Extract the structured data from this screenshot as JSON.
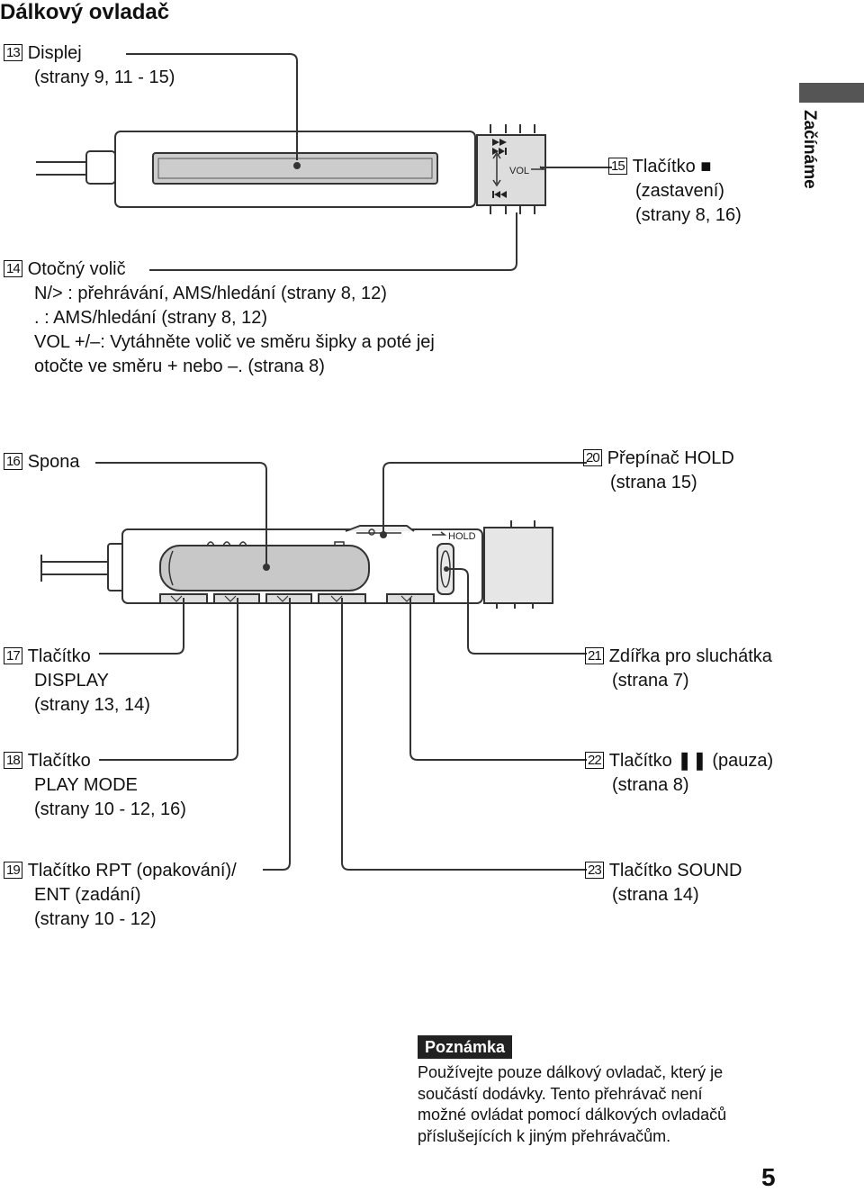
{
  "page_title": "Dálkový ovladač",
  "side_tab": "Začínáme",
  "page_number": "5",
  "labels": {
    "l13": {
      "num": "13",
      "lines": [
        "Displej",
        "(strany 9, 11 - 15)"
      ]
    },
    "l14": {
      "num": "14",
      "title": "Otočný volič",
      "lines": [
        "N/> : přehrávání,  AMS/hledání (strany 8, 12)",
        ". : AMS/hledání (strany 8, 12)",
        "VOL +/–: Vytáhněte volič ve směru šipky a poté jej",
        "otočte ve směru + nebo –. (strana 8)"
      ]
    },
    "l15": {
      "num": "15",
      "lines": [
        "Tlačítko ■",
        "(zastavení)",
        "(strany 8, 16)"
      ]
    },
    "l16": {
      "num": "16",
      "lines": [
        "Spona"
      ]
    },
    "l17": {
      "num": "17",
      "lines": [
        "Tlačítko",
        "DISPLAY",
        "(strany 13, 14)"
      ]
    },
    "l18": {
      "num": "18",
      "lines": [
        "Tlačítko",
        "PLAY MODE",
        "(strany 10 - 12, 16)"
      ]
    },
    "l19": {
      "num": "19",
      "lines": [
        "Tlačítko RPT (opakování)/",
        "ENT (zadání)",
        "(strany 10 - 12)"
      ]
    },
    "l20": {
      "num": "20",
      "lines": [
        "Přepínač HOLD",
        "(strana 15)"
      ]
    },
    "l21": {
      "num": "21",
      "lines": [
        "Zdířka pro sluchátka",
        "(strana 7)"
      ]
    },
    "l22": {
      "num": "22",
      "lines": [
        "Tlačítko ❚❚ (pauza)",
        "(strana 8)"
      ]
    },
    "l23": {
      "num": "23",
      "lines": [
        "Tlačítko SOUND",
        "(strana 14)"
      ]
    }
  },
  "device_text": {
    "vol": "VOL",
    "hold": "HOLD"
  },
  "note": {
    "heading": "Poznámka",
    "lines": [
      "Používejte pouze dálkový ovladač, který je",
      "součástí dodávky. Tento přehrávač není",
      "možné ovládat pomocí dálkových ovladačů",
      "příslušejících k jiným přehrávačům."
    ]
  }
}
